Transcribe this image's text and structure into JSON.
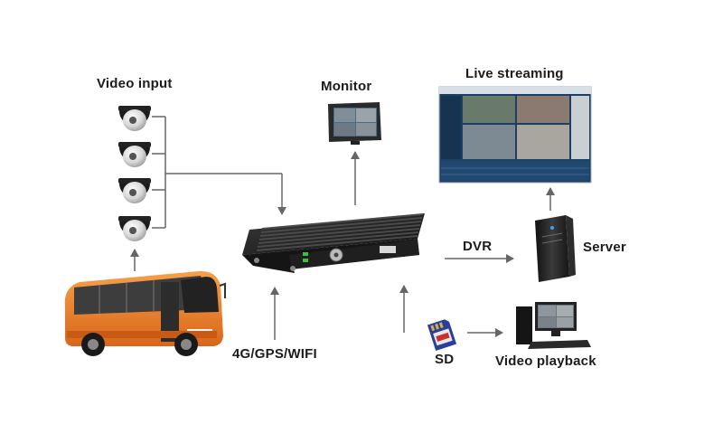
{
  "labels": {
    "video_input": "Video input",
    "monitor": "Monitor",
    "live_streaming": "Live streaming",
    "dvr": "DVR",
    "server": "Server",
    "connectivity": "4G/GPS/WIFI",
    "sd": "SD",
    "video_playback": "Video playback"
  },
  "colors": {
    "arrow": "#666666",
    "bus_orange": "#e8771f",
    "dvr_body": "#1a1a1a",
    "screen_blue": "#2c5f8e"
  },
  "icons": {
    "camera": "dome-camera-icon",
    "bus": "bus-icon",
    "dvr": "mobile-dvr-icon",
    "monitor": "monitor-icon",
    "server": "server-tower-icon",
    "sd": "sd-card-icon",
    "playback": "desktop-computer-icon",
    "streaming": "streaming-software-screen"
  }
}
